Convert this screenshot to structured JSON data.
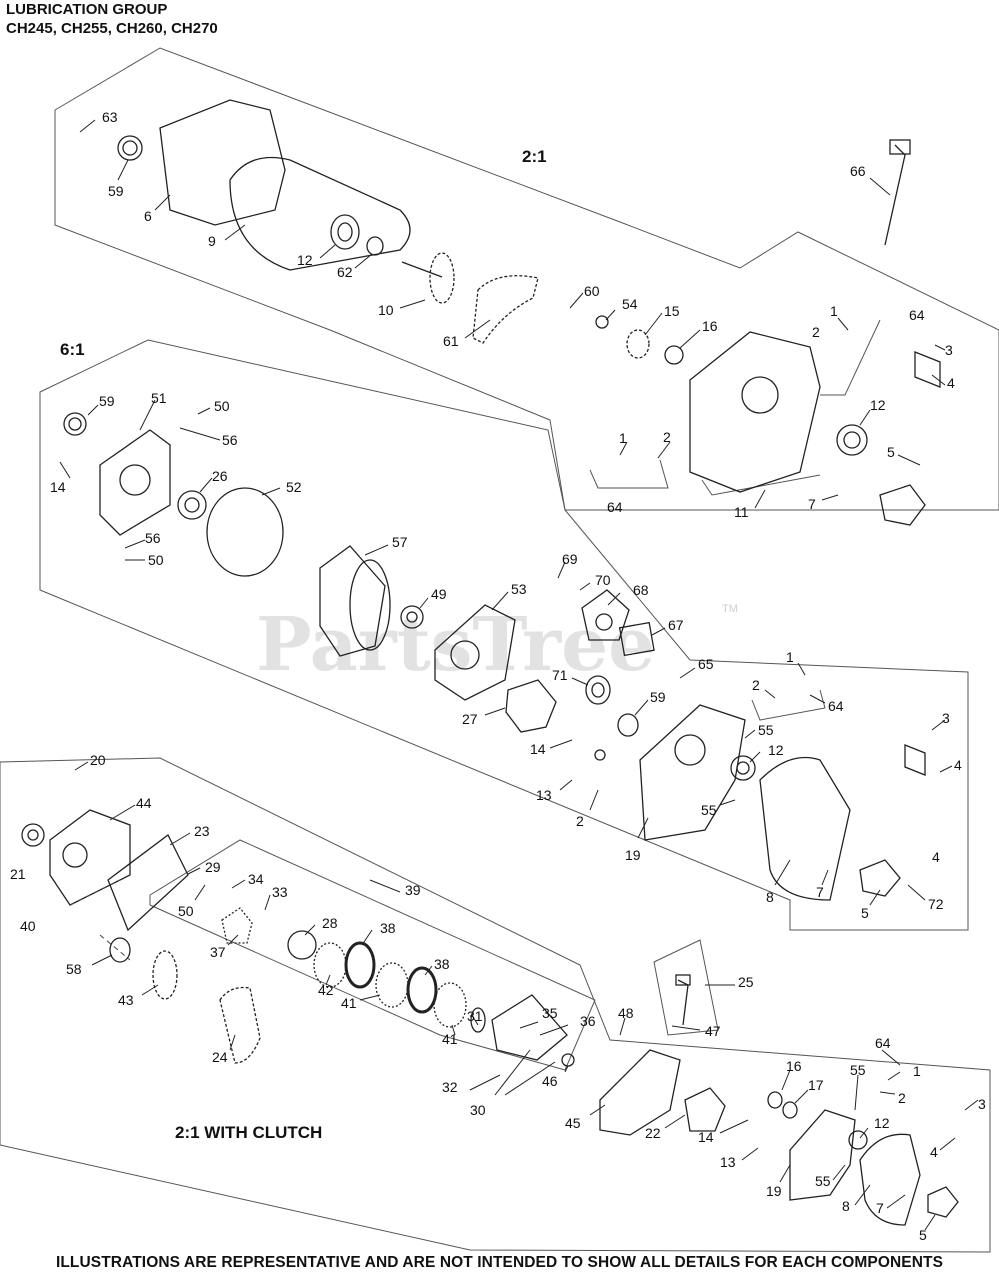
{
  "header": {
    "title": "LUBRICATION GROUP",
    "models": "CH245, CH255, CH260, CH270"
  },
  "sections": {
    "top": "2:1",
    "middle": "6:1",
    "bottom": "2:1 WITH CLUTCH"
  },
  "watermark": {
    "text": "PartsTree",
    "mark": "TM"
  },
  "footer": "ILLUSTRATIONS ARE REPRESENTATIVE AND ARE NOT INTENDED TO SHOW ALL DETAILS FOR EACH COMPONENTS",
  "callouts": [
    {
      "t": "63"
    },
    {
      "t": "59"
    },
    {
      "t": "6"
    },
    {
      "t": "9"
    },
    {
      "t": "12"
    },
    {
      "t": "62"
    },
    {
      "t": "10"
    },
    {
      "t": "61"
    },
    {
      "t": "60"
    },
    {
      "t": "54"
    },
    {
      "t": "15"
    },
    {
      "t": "16"
    },
    {
      "t": "66"
    },
    {
      "t": "1"
    },
    {
      "t": "2"
    },
    {
      "t": "64"
    },
    {
      "t": "3"
    },
    {
      "t": "4"
    },
    {
      "t": "12"
    },
    {
      "t": "5"
    },
    {
      "t": "1"
    },
    {
      "t": "2"
    },
    {
      "t": "64"
    },
    {
      "t": "11"
    },
    {
      "t": "7"
    },
    {
      "t": "59"
    },
    {
      "t": "51"
    },
    {
      "t": "50"
    },
    {
      "t": "56"
    },
    {
      "t": "14"
    },
    {
      "t": "26"
    },
    {
      "t": "52"
    },
    {
      "t": "56"
    },
    {
      "t": "50"
    },
    {
      "t": "57"
    },
    {
      "t": "49"
    },
    {
      "t": "53"
    },
    {
      "t": "69"
    },
    {
      "t": "70"
    },
    {
      "t": "68"
    },
    {
      "t": "67"
    },
    {
      "t": "65"
    },
    {
      "t": "71"
    },
    {
      "t": "59"
    },
    {
      "t": "27"
    },
    {
      "t": "1"
    },
    {
      "t": "2"
    },
    {
      "t": "64"
    },
    {
      "t": "55"
    },
    {
      "t": "12"
    },
    {
      "t": "14"
    },
    {
      "t": "13"
    },
    {
      "t": "2"
    },
    {
      "t": "55"
    },
    {
      "t": "19"
    },
    {
      "t": "3"
    },
    {
      "t": "4"
    },
    {
      "t": "4"
    },
    {
      "t": "8"
    },
    {
      "t": "7"
    },
    {
      "t": "5"
    },
    {
      "t": "72"
    },
    {
      "t": "20"
    },
    {
      "t": "44"
    },
    {
      "t": "21"
    },
    {
      "t": "23"
    },
    {
      "t": "29"
    },
    {
      "t": "50"
    },
    {
      "t": "40"
    },
    {
      "t": "34"
    },
    {
      "t": "33"
    },
    {
      "t": "39"
    },
    {
      "t": "28"
    },
    {
      "t": "37"
    },
    {
      "t": "38"
    },
    {
      "t": "38"
    },
    {
      "t": "58"
    },
    {
      "t": "43"
    },
    {
      "t": "42"
    },
    {
      "t": "41"
    },
    {
      "t": "31"
    },
    {
      "t": "41"
    },
    {
      "t": "35"
    },
    {
      "t": "36"
    },
    {
      "t": "25"
    },
    {
      "t": "24"
    },
    {
      "t": "48"
    },
    {
      "t": "47"
    },
    {
      "t": "32"
    },
    {
      "t": "46"
    },
    {
      "t": "30"
    },
    {
      "t": "45"
    },
    {
      "t": "22"
    },
    {
      "t": "16"
    },
    {
      "t": "17"
    },
    {
      "t": "55"
    },
    {
      "t": "64"
    },
    {
      "t": "1"
    },
    {
      "t": "2"
    },
    {
      "t": "3"
    },
    {
      "t": "14"
    },
    {
      "t": "12"
    },
    {
      "t": "4"
    },
    {
      "t": "13"
    },
    {
      "t": "19"
    },
    {
      "t": "55"
    },
    {
      "t": "8"
    },
    {
      "t": "7"
    },
    {
      "t": "5"
    }
  ]
}
